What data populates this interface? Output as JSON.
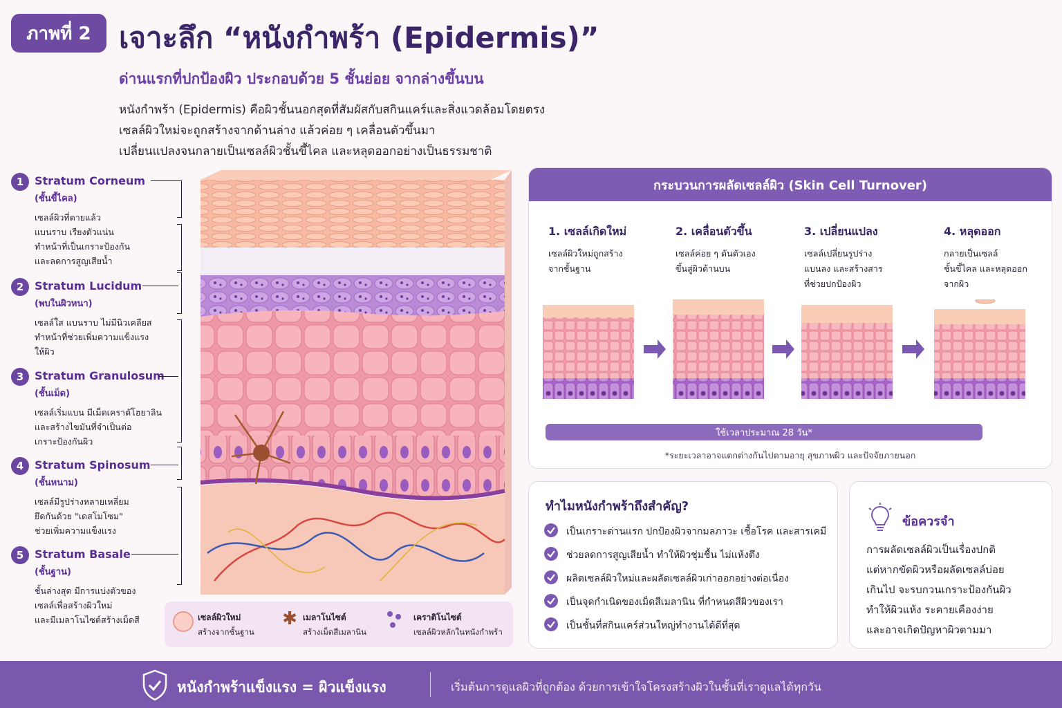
{
  "header": {
    "badge": "ภาพที่ 2",
    "title": "เจาะลึก “หนังกำพร้า (Epidermis)”",
    "subtitle": "ด่านแรกที่ปกป้องผิว ประกอบด้วย 5 ชั้นย่อย จากล่างขึ้นบน",
    "intro": [
      "หนังกำพร้า (Epidermis) คือผิวชั้นนอกสุดที่สัมผัสกับสกินแคร์และสิ่งแวดล้อมโดยตรง",
      "เซลล์ผิวใหม่จะถูกสร้างจากด้านล่าง แล้วค่อย ๆ เคลื่อนตัวขึ้นมา",
      "เปลี่ยนแปลงจนกลายเป็นเซลล์ผิวชั้นขี้ไคล และหลุดออกอย่างเป็นธรรมชาติ"
    ]
  },
  "layers": [
    {
      "num": "1",
      "name": "Stratum Corneum",
      "thai": "(ชั้นขี้ไคล)",
      "desc": [
        "เซลล์ผิวที่ตายแล้ว",
        "แบนราบ เรียงตัวแน่น",
        "ทำหน้าที่เป็นเกราะป้องกัน",
        "และลดการสูญเสียน้ำ"
      ]
    },
    {
      "num": "2",
      "name": "Stratum Lucidum",
      "thai": "(พบในผิวหนา)",
      "desc": [
        "เซลล์ใส แบนราบ ไม่มีนิวเคลียส",
        "ทำหน้าที่ช่วยเพิ่มความแข็งแรง",
        "ให้ผิว"
      ]
    },
    {
      "num": "3",
      "name": "Stratum Granulosum",
      "thai": "(ชั้นเม็ด)",
      "desc": [
        "เซลล์เริ่มแบน มีเม็ดเคราตัโฮยาลิน",
        "และสร้างไขมันที่จำเป็นต่อ",
        "เกราะป้องกันผิว"
      ]
    },
    {
      "num": "4",
      "name": "Stratum Spinosum",
      "thai": "(ชั้นหนาม)",
      "desc": [
        "เซลล์มีรูปร่างหลายเหลี่ยม",
        "ยึดกันด้วย \"เดสโมโซม\"",
        "ช่วยเพิ่มความแข็งแรง"
      ]
    },
    {
      "num": "5",
      "name": "Stratum Basale",
      "thai": "(ชั้นฐาน)",
      "desc": [
        "ชั้นล่างสุด มีการแบ่งตัวของ",
        "เซลล์เพื่อสร้างผิวใหม่",
        "และมีเมลาโนไซต์สร้างเม็ดสี"
      ]
    }
  ],
  "legend": [
    {
      "title": "เซลล์ผิวใหม่",
      "desc": "สร้างจากชั้นฐาน",
      "icon": "new-cell-icon"
    },
    {
      "title": "เมลาโนไซต์",
      "desc": "สร้างเม็ดสีเมลานิน",
      "icon": "melanocyte-icon"
    },
    {
      "title": "เคราติโนไซต์",
      "desc": "เซลล์ผิวหลักในหนังกำพร้า",
      "icon": "keratinocyte-icon"
    }
  ],
  "turnover": {
    "title": "กระบวนการผลัดเซลล์ผิว (Skin Cell Turnover)",
    "steps": [
      {
        "title": "1. เซลล์เกิดใหม่",
        "desc": [
          "เซลล์ผิวใหม่ถูกสร้าง",
          "จากชั้นฐาน"
        ]
      },
      {
        "title": "2. เคลื่อนตัวขึ้น",
        "desc": [
          "เซลล์ค่อย ๆ ดันตัวเอง",
          "ขึ้นสู่ผิวด้านบน"
        ]
      },
      {
        "title": "3. เปลี่ยนแปลง",
        "desc": [
          "เซลล์เปลี่ยนรูปร่าง",
          "แบนลง และสร้างสาร",
          "ที่ช่วยปกป้องผิว"
        ]
      },
      {
        "title": "4. หลุดออก",
        "desc": [
          "กลายเป็นเซลล์",
          "ชั้นขี้ไคล และหลุดออก",
          "จากผิว"
        ]
      }
    ],
    "time": "ใช้เวลาประมาณ 28 วัน*",
    "note": "*ระยะเวลาอาจแตกต่างกันไปตามอายุ สุขภาพผิว และปัจจัยภายนอก"
  },
  "why": {
    "title": "ทำไมหนังกำพร้าถึงสำคัญ?",
    "items": [
      "เป็นเกราะด่านแรก ปกป้องผิวจากมลภาวะ เชื้อโรค และสารเคมี",
      "ช่วยลดการสูญเสียน้ำ ทำให้ผิวชุ่มชื้น ไม่แห้งตึง",
      "ผลิตเซลล์ผิวใหม่และผลัดเซลล์ผิวเก่าออกอย่างต่อเนื่อง",
      "เป็นจุดกำเนิดของเม็ดสีเมลานิน ที่กำหนดสีผิวของเรา",
      "เป็นชั้นที่สกินแคร์ส่วนใหญ่ทำงานได้ดีที่สุด"
    ]
  },
  "tip": {
    "title": "ข้อควรจำ",
    "lines": [
      "การผลัดเซลล์ผิวเป็นเรื่องปกติ",
      "แต่หากขัดผิวหรือผลัดเซลล์บ่อย",
      "เกินไป จะรบกวนเกราะป้องกันผิว",
      "ทำให้ผิวแห้ง ระคายเคืองง่าย",
      "และอาจเกิดปัญหาผิวตามมา"
    ]
  },
  "footer": {
    "slogan": "หนังกำพร้าแข็งแรง = ผิวแข็งแรง",
    "text": "เริ่มต้นการดูแลผิวที่ถูกต้อง ด้วยการเข้าใจโครงสร้างผิวในชั้นที่เราดูแลได้ทุกวัน"
  },
  "colors": {
    "accent": "#6f4aa3",
    "corneum": "#f5b39d",
    "lucidum": "#f3eef6",
    "granulosum": "#b283d0",
    "spinosum": "#f2a0ad",
    "basale": "#a65ec4",
    "dermis": "#f7c7b8"
  }
}
